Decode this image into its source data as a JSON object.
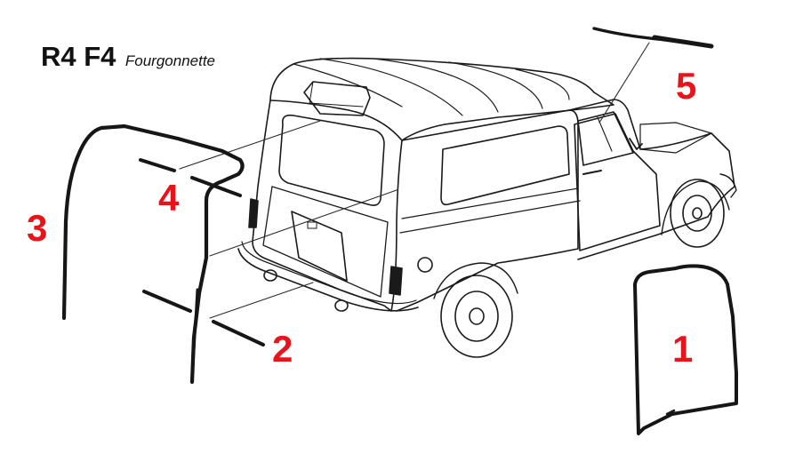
{
  "title": {
    "main": "R4 F4",
    "subtitle": "Fourgonnette"
  },
  "callouts": [
    {
      "id": "1",
      "label": "1"
    },
    {
      "id": "2",
      "label": "2"
    },
    {
      "id": "3",
      "label": "3"
    },
    {
      "id": "4",
      "label": "4"
    },
    {
      "id": "5",
      "label": "5"
    }
  ],
  "colors": {
    "callout": "#e8141c",
    "ink": "#1a1a1a",
    "seal": "#161616",
    "leader": "#2a2a2a"
  }
}
